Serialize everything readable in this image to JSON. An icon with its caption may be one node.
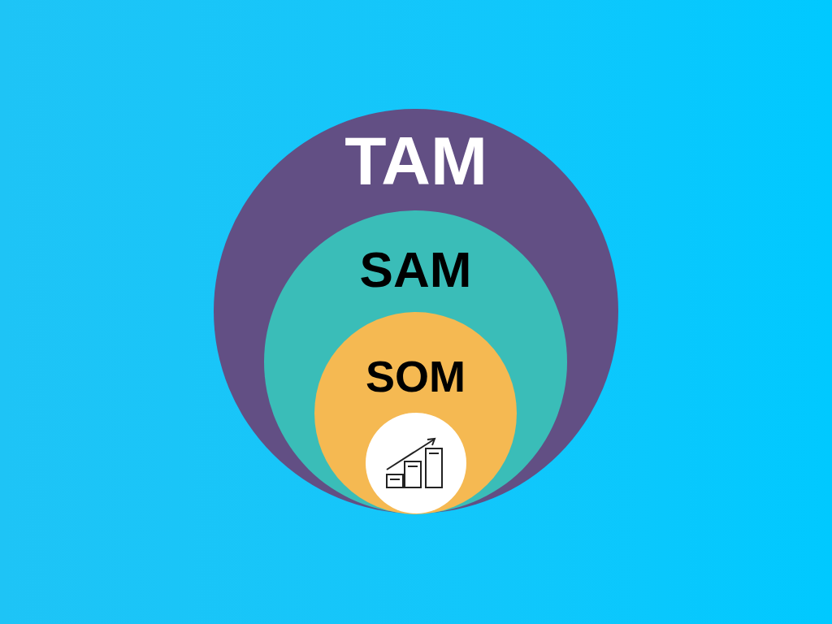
{
  "diagram": {
    "nodes": [
      {
        "text": [
          "TAM"
        ]
      },
      {
        "text": [
          "SAM"
        ],
        "in": 0
      },
      {
        "text": [
          "SOM"
        ],
        "in": 1
      },
      {
        "text": [],
        "shape": "circle",
        "in": 2
      }
    ]
  }
}
